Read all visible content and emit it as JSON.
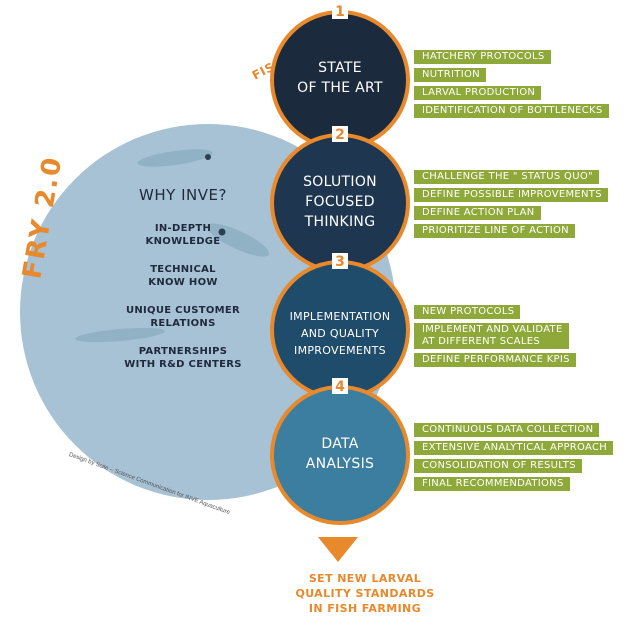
{
  "brand": {
    "fry": "FRY 2.0",
    "tagline": "FISH ROBUSTNESS AND YIELD"
  },
  "why": {
    "title": "WHY INVE?",
    "items": [
      "IN-DEPTH\nKNOWLEDGE",
      "TECHNICAL\nKNOW HOW",
      "UNIQUE CUSTOMER\nRELATIONS",
      "PARTNERSHIPS\nWITH R&D CENTERS"
    ]
  },
  "steps": [
    {
      "number": "1",
      "title": "STATE\nOF THE ART",
      "items": [
        "HATCHERY PROTOCOLS",
        "NUTRITION",
        "LARVAL PRODUCTION",
        "IDENTIFICATION OF BOTTLENECKS"
      ]
    },
    {
      "number": "2",
      "title": "SOLUTION\nFOCUSED\nTHINKING",
      "items": [
        "CHALLENGE THE \" STATUS QUO\"",
        "DEFINE POSSIBLE IMPROVEMENTS",
        "DEFINE ACTION PLAN",
        "PRIORITIZE LINE OF ACTION"
      ]
    },
    {
      "number": "3",
      "title": "IMPLEMENTATION\nAND QUALITY\nIMPROVEMENTS",
      "items": [
        "NEW PROTOCOLS",
        "IMPLEMENT AND VALIDATE\nAT DIFFERENT SCALES",
        "DEFINE PERFORMANCE KPIS"
      ]
    },
    {
      "number": "4",
      "title": "DATA\nANALYSIS",
      "items": [
        "CONTINUOUS DATA COLLECTION",
        "EXTENSIVE ANALYTICAL APPROACH",
        "CONSOLIDATION OF RESULTS",
        "FINAL RECOMMENDATIONS"
      ]
    }
  ],
  "goal": "SET NEW LARVAL\nQUALITY STANDARDS\nIN FISH FARMING",
  "credit": "Design by Scite – Science Communication for INVE Aquaculture",
  "colors": {
    "big_circle": "#a6c2d4",
    "step1": "#1c2a3e",
    "step2": "#1e3650",
    "step3": "#1f4c6a",
    "step4": "#3b7ea0",
    "ring": "#e8892c",
    "tag": "#8fa83a",
    "text_dark": "#1f2a3c"
  }
}
